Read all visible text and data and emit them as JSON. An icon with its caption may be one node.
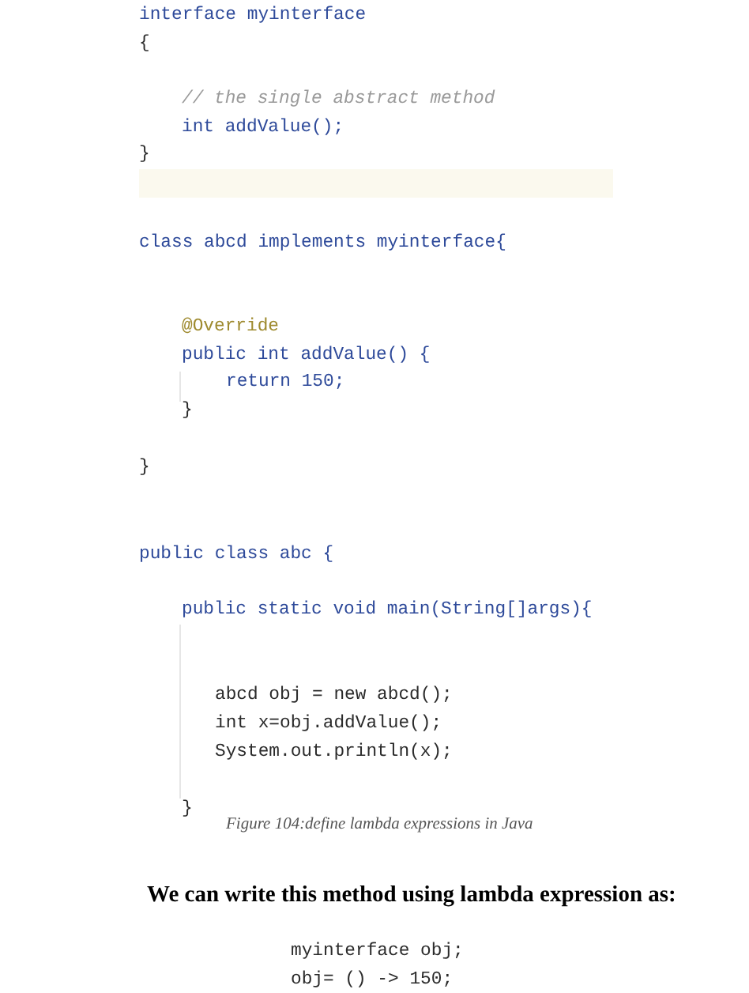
{
  "diagram": {
    "caption": "Figure 104:define lambda expressions in Java",
    "labels": [
      "interface myinterface",
      "{",
      "// the single abstract method",
      "int addValue();",
      "}",
      "class abcd implements myinterface{",
      "@Override",
      "public int addValue() {",
      "return 150;",
      "}",
      "}",
      "public class abc {",
      "public static void main(String[]args){",
      "abcd obj = new abcd();",
      "int x=obj.addValue();",
      "System.out.println(x);",
      "}",
      "We can write this method using lambda expression as:",
      "myinterface obj;",
      "obj= () -> 150;"
    ]
  }
}
